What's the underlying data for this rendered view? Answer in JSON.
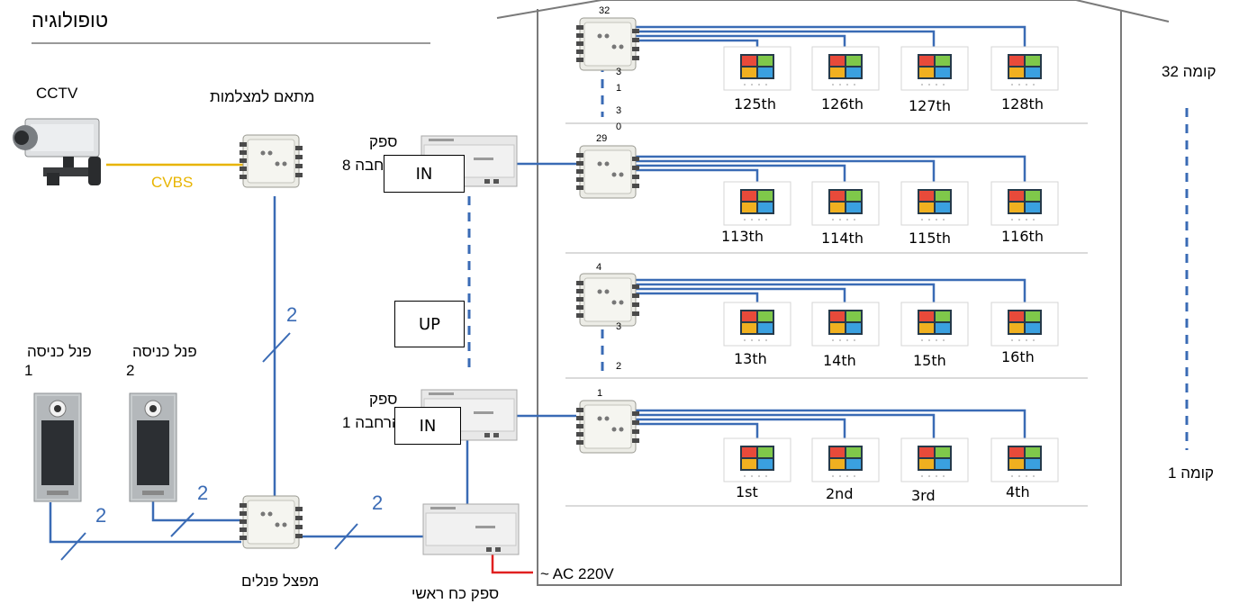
{
  "title": "טופולוגיה",
  "cctv": {
    "label": "CCTV",
    "signal": "CVBS"
  },
  "adapter": {
    "label": "מתאם למצלמות"
  },
  "entry_panels": [
    {
      "label": "פנל כניסה",
      "number": "1"
    },
    {
      "label": "פנל כניסה",
      "number": "2"
    }
  ],
  "panel_switch": {
    "label": "מפצל פנלים"
  },
  "main_power": {
    "label": "ספק כח ראשי",
    "ac": "~ AC 220V"
  },
  "expansion_supplies": [
    {
      "label_line1": "ספק",
      "label_line2": "הרחבה 8",
      "box": "IN"
    },
    {
      "label_line1": "ספק",
      "label_line2": "הרחבה 1",
      "box": "IN"
    }
  ],
  "up_box": "UP",
  "cable_count": "2",
  "floor_labels": {
    "top": "קומה 32",
    "bottom": "קומה 1"
  },
  "floors": [
    {
      "distributor": "32",
      "units": [
        "125th",
        "126th",
        "127th",
        "128th"
      ]
    },
    {
      "distributor": "29",
      "units": [
        "113th",
        "114th",
        "115th",
        "116th"
      ]
    },
    {
      "distributor": "4",
      "units": [
        "13th",
        "14th",
        "15th",
        "16th"
      ]
    },
    {
      "distributor": "1",
      "units": [
        "1st",
        "2nd",
        "3rd",
        "4th"
      ]
    }
  ],
  "riser_upper_digits": [
    "3",
    "1",
    "3",
    "0"
  ],
  "riser_lower_digits": [
    "3",
    "2"
  ],
  "colors": {
    "blue": "#3a6bb5",
    "yellow": "#e8b400",
    "red": "#e02020",
    "building": "#7a7a7a"
  }
}
